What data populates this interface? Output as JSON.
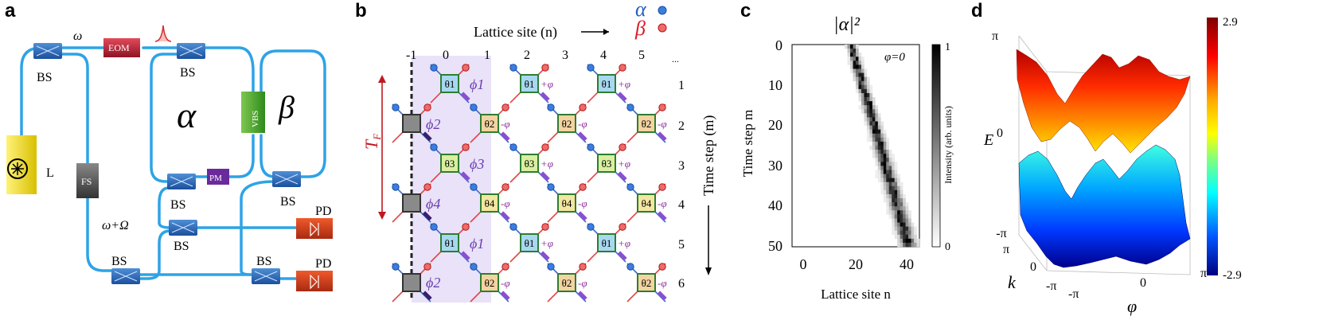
{
  "panels": {
    "a": "a",
    "b": "b",
    "c": "c",
    "d": "d"
  },
  "panel_a": {
    "omega": "ω",
    "eom": "EOM",
    "bs_labels": [
      "BS",
      "BS",
      "BS",
      "BS",
      "BS",
      "BS",
      "BS"
    ],
    "alpha": "α",
    "beta": "β",
    "vbs": "VBS",
    "pm": "PM",
    "fs": "FS",
    "laser": "L",
    "omega_plus": "ω+Ω",
    "pd_labels": [
      "PD",
      "PD"
    ]
  },
  "panel_b": {
    "lattice_label": "Lattice site (n)",
    "alpha_sym": "α",
    "beta_sym": "β",
    "site_labels": [
      "-1",
      "0",
      "1",
      "2",
      "3",
      "4",
      "5",
      "..."
    ],
    "time_step_label": "Time step (m)",
    "time_steps": [
      "1",
      "2",
      "3",
      "4",
      "5",
      "6"
    ],
    "tf_label": "T",
    "tf_sub": "F",
    "theta": [
      "θ1",
      "θ2",
      "θ3",
      "θ4"
    ],
    "phi": [
      "ϕ1",
      "ϕ2",
      "ϕ3",
      "ϕ4"
    ],
    "plus_phi": "+φ",
    "minus_phi": "-φ",
    "colors": {
      "alpha": "#1f5fbf",
      "beta": "#d81f2a",
      "shade": "#e6e0f7",
      "purple": "#6a3db0",
      "green": "#2e7d32"
    }
  },
  "panel_c": {
    "title": "|α|²",
    "phi_label": "φ=0",
    "ylabel": "Time step m",
    "xlabel": "Lattice site n",
    "cbar_label": "Intensity (arb. units)",
    "cbar_ticks": [
      "1",
      "0"
    ],
    "yticks": [
      "0",
      "10",
      "20",
      "30",
      "40",
      "50"
    ],
    "xticks": [
      "0",
      "20",
      "40"
    ]
  },
  "panel_d": {
    "zlabel": "E",
    "zticks": [
      "π",
      "0",
      "-π"
    ],
    "k_label": "k",
    "k_ticks": [
      "π",
      "0",
      "-π"
    ],
    "phi_label": "φ",
    "phi_ticks": [
      "-π",
      "0",
      "π"
    ],
    "cbar_ticks": [
      "2.9",
      "-2.9"
    ]
  }
}
